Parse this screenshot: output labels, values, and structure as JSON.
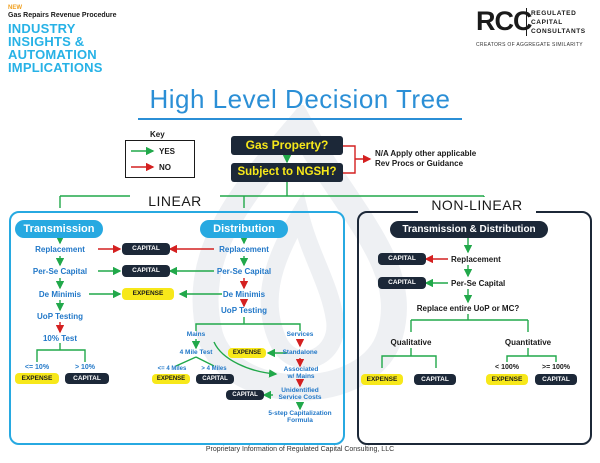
{
  "header": {
    "new_label": "NEW",
    "procedure": "Gas Repairs Revenue Procedure",
    "headline_lines": [
      "INDUSTRY",
      "INSIGHTS &",
      "AUTOMATION",
      "IMPLICATIONS"
    ]
  },
  "logo": {
    "mark": "RCC",
    "name_lines": [
      "REGULATED",
      "CAPITAL",
      "CONSULTANTS"
    ],
    "tagline": "CREATORS OF AGGREGATE SIMILARITY"
  },
  "title": "High Level Decision Tree",
  "key": {
    "title": "Key",
    "yes_label": "YES",
    "no_label": "NO",
    "yes_color": "#21a84a",
    "no_color": "#d42020"
  },
  "top": {
    "gas_property": "Gas Property?",
    "ngsh": "Subject to NGSH?",
    "na_lines": [
      "N/A Apply other applicable",
      "Rev Procs or Guidance"
    ]
  },
  "linear": {
    "heading": "LINEAR",
    "transmission": {
      "heading": "Transmission",
      "replacement": "Replacement",
      "per_se": "Per-Se Capital",
      "de_minimis": "De Minimis",
      "uop": "UoP Testing",
      "ten_pct": "10% Test",
      "le10": "<= 10%",
      "gt10": "> 10%",
      "expense": "EXPENSE",
      "capital": "CAPITAL"
    },
    "middle": {
      "capital1": "CAPITAL",
      "capital2": "CAPITAL",
      "expense": "EXPENSE"
    },
    "distribution": {
      "heading": "Distribution",
      "replacement": "Replacement",
      "per_se": "Per-Se Capital",
      "de_minimis": "De Minimis",
      "uop": "UoP Testing",
      "mains": "Mains",
      "services": "Services",
      "four_mile": "4 Mile Test",
      "le4": "<= 4 Miles",
      "gt4": "> 4 Miles",
      "expense_small": "EXPENSE",
      "capital_small": "CAPITAL",
      "expense_services": "EXPENSE",
      "standalone": "Standalone",
      "associated_lines": [
        "Associated",
        "w/ Mains"
      ],
      "unidentified_lines": [
        "Unidentified",
        "Service Costs"
      ],
      "capital_unid": "CAPITAL",
      "five_step_lines": [
        "5-step Capitalization",
        "Formula"
      ]
    }
  },
  "nonlinear": {
    "heading": "NON-LINEAR",
    "header_bar": "Transmission & Distribution",
    "capital1": "CAPITAL",
    "replacement": "Replacement",
    "capital2": "CAPITAL",
    "per_se": "Per-Se Capital",
    "replace_q": "Replace entire UoP or MC?",
    "qualitative": "Qualitative",
    "quantitative": "Quantitative",
    "lt100": "< 100%",
    "ge100": ">= 100%",
    "q_expense": "EXPENSE",
    "q_capital": "CAPITAL",
    "n_expense": "EXPENSE",
    "n_capital": "CAPITAL"
  },
  "footer": "Proprietary Information of Regulated Capital Consulting, LLC"
}
